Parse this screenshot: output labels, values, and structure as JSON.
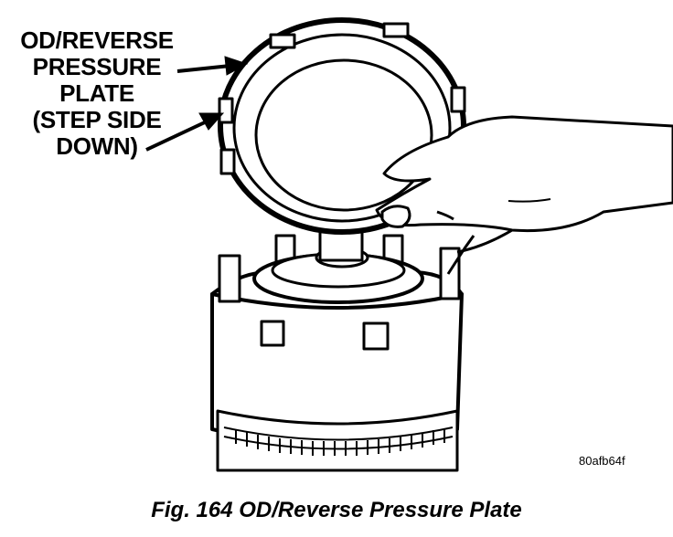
{
  "callout": {
    "lines": [
      "OD/REVERSE",
      "PRESSURE",
      "PLATE",
      "(STEP SIDE",
      "DOWN)"
    ]
  },
  "reference_code": "80afb64f",
  "caption": "Fig. 164 OD/Reverse Pressure Plate"
}
